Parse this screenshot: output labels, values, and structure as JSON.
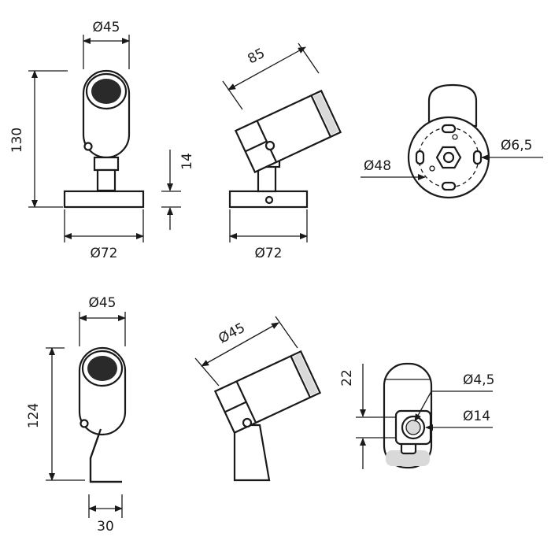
{
  "dimensions": {
    "v1_width": "Ø45",
    "v1_height": "130",
    "v1_base": "Ø72",
    "v1_step": "14",
    "v2_length": "85",
    "v2_base": "Ø72",
    "v3_body": "Ø48",
    "v3_hole": "Ø6,5",
    "v4_width": "Ø45",
    "v4_height": "124",
    "v4_foot": "30",
    "v5_length": "Ø45",
    "v6_offset": "22",
    "v6_hole": "Ø4,5",
    "v6_outer": "Ø14"
  }
}
